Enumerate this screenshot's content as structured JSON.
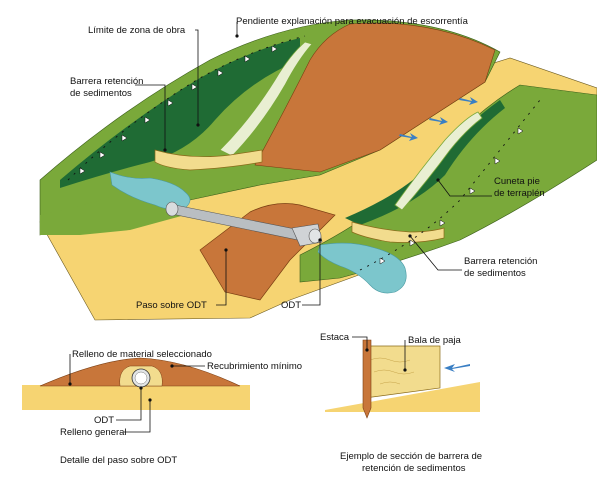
{
  "main_diagram": {
    "labels": {
      "work_zone_limit": "Límite de zona de obra",
      "grading_slope": "Pendiente explanación para evacuación de escorrentía",
      "barrier_left_line1": "Barrera retención",
      "barrier_left_line2": "de sedimentos",
      "ditch_line1": "Cuneta pie",
      "ditch_line2": "de terraplén",
      "barrier_right_line1": "Barrera retención",
      "barrier_right_line2": "de sedimentos",
      "odt_crossing": "Paso sobre ODT",
      "odt": "ODT"
    }
  },
  "detail_odt": {
    "labels": {
      "select_fill": "Relleno de material seleccionado",
      "min_cover": "Recubrimiento mínimo",
      "odt": "ODT",
      "general_fill": "Relleno general"
    },
    "caption": "Detalle del paso sobre ODT"
  },
  "detail_barrier": {
    "labels": {
      "stake": "Estaca",
      "straw_bale": "Bala de paja"
    },
    "caption_line1": "Ejemplo de sección de barrera de",
    "caption_line2": "retención de sedimentos"
  },
  "colors": {
    "dark_green": "#1f6b34",
    "light_green": "#8bbd3c",
    "olive_green": "#6b9a34",
    "sand": "#f6d472",
    "earth": "#c8763a",
    "water": "#7cc6cc",
    "straw": "#f2dc8e",
    "arrow_blue": "#3a7fc4"
  }
}
